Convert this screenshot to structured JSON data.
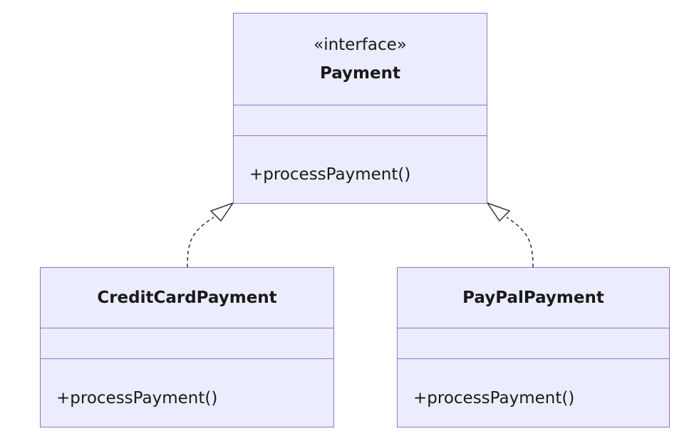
{
  "classes": {
    "payment": {
      "stereotype": "«interface»",
      "name": "Payment",
      "method": "+processPayment()"
    },
    "credit": {
      "name": "CreditCardPayment",
      "method": "+processPayment()"
    },
    "paypal": {
      "name": "PayPalPayment",
      "method": "+processPayment()"
    }
  },
  "relations": [
    {
      "from": "CreditCardPayment",
      "to": "Payment",
      "type": "realization"
    },
    {
      "from": "PayPalPayment",
      "to": "Payment",
      "type": "realization"
    }
  ],
  "colors": {
    "box_fill": "#ececff",
    "box_border": "#9370db",
    "line": "#333333"
  }
}
